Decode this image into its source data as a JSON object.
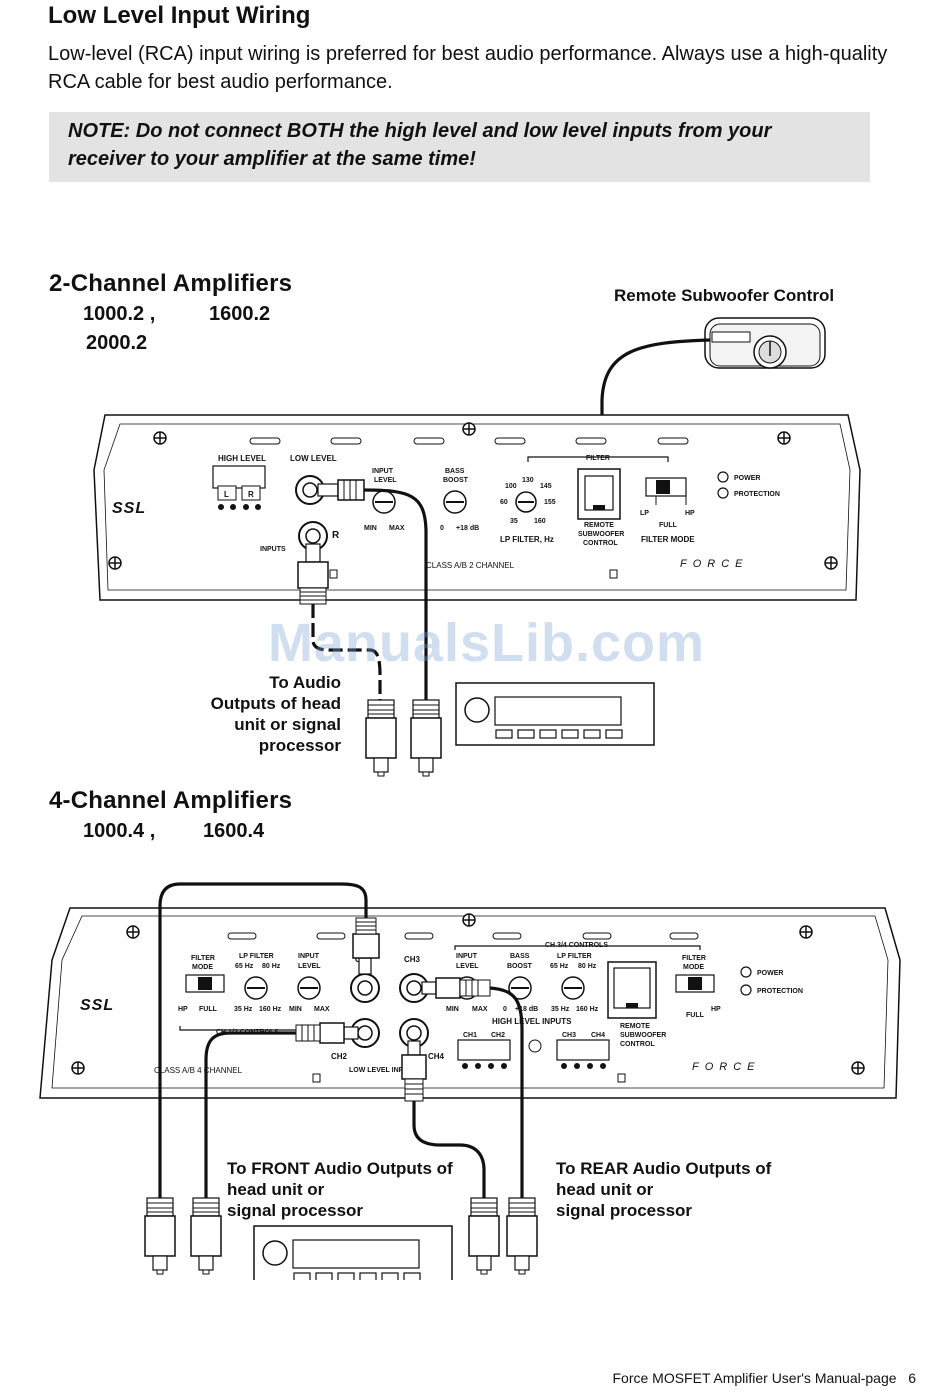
{
  "page": {
    "title": "Low Level Input Wiring",
    "intro": "Low-level (RCA) input wiring is preferred for best audio performance. Always use a high-quality RCA cable for best audio performance.",
    "note": "NOTE: Do not connect BOTH the high level and low level inputs from your receiver to your amplifier at the same time!",
    "footer": "Force MOSFET Amplifier User's Manual-page   6",
    "watermark": "ManualsLib.com"
  },
  "section_2ch": {
    "title": "2-Channel Amplifiers",
    "models_line1_a": "1000.2 ,",
    "models_line1_b": "1600.2",
    "models_line2": "2000.2",
    "remote_label": "Remote Subwoofer  Control",
    "caption": [
      "To Audio",
      "Outputs of head",
      "unit or signal",
      "processor"
    ],
    "panel": {
      "high_level": "HIGH LEVEL",
      "low_level": "LOW LEVEL",
      "l": "L",
      "r": "R",
      "r_jack": "R",
      "inputs": "INPUTS",
      "input_level": [
        "INPUT",
        "LEVEL"
      ],
      "min": "MIN",
      "max": "MAX",
      "bass_boost": [
        "BASS",
        "BOOST"
      ],
      "boost_0": "0",
      "boost_18": "+18 dB",
      "lp_values": [
        "100",
        "130",
        "145",
        "60",
        "155",
        "35",
        "160"
      ],
      "lp_filter": "LP FILTER, Hz",
      "filter": "FILTER",
      "remote_sub": [
        "REMOTE",
        "SUBWOOFER",
        "CONTROL"
      ],
      "lp": "LP",
      "hp": "HP",
      "full": "FULL",
      "filter_mode": "FILTER MODE",
      "power": "POWER",
      "protection": "PROTECTION",
      "class": "CLASS A/B 2 CHANNEL",
      "brand": "SSL",
      "force": "FORCE"
    }
  },
  "section_4ch": {
    "title": "4-Channel Amplifiers",
    "models_a": "1000.4 ,",
    "models_b": "1600.4",
    "caption_front": [
      "To FRONT Audio Outputs of",
      "head unit or",
      "signal processor"
    ],
    "caption_rear": [
      "To REAR Audio Outputs of",
      "head unit or",
      "signal processor"
    ],
    "panel": {
      "filter_mode": [
        "FILTER",
        "MODE"
      ],
      "lp_filter": "LP FILTER",
      "hz65": "65 Hz",
      "hz80": "80 Hz",
      "hz35": "35 Hz",
      "hz160": "160 Hz",
      "input_level": [
        "INPUT",
        "LEVEL"
      ],
      "hp": "HP",
      "full": "FULL",
      "min": "MIN",
      "max": "MAX",
      "ch12_controls": "CH 1/2 CONTROLS",
      "ch34_controls": "CH 3/4 CONTROLS",
      "ch1": "CH1",
      "ch2": "CH2",
      "ch3": "CH3",
      "ch4": "CH4",
      "bass_boost": [
        "BASS",
        "BOOST"
      ],
      "boost_0": "0",
      "boost_18": "+18 dB",
      "high_level_inputs": "HIGH LEVEL INPUTS",
      "low_level_inputs": "LOW LEVEL INPUTS",
      "remote_sub": [
        "REMOTE",
        "SUBWOOFER",
        "CONTROL"
      ],
      "power": "POWER",
      "protection": "PROTECTION",
      "class": "CLASS A/B 4 CHANNEL",
      "brand": "SSL",
      "force": "FORCE"
    }
  }
}
